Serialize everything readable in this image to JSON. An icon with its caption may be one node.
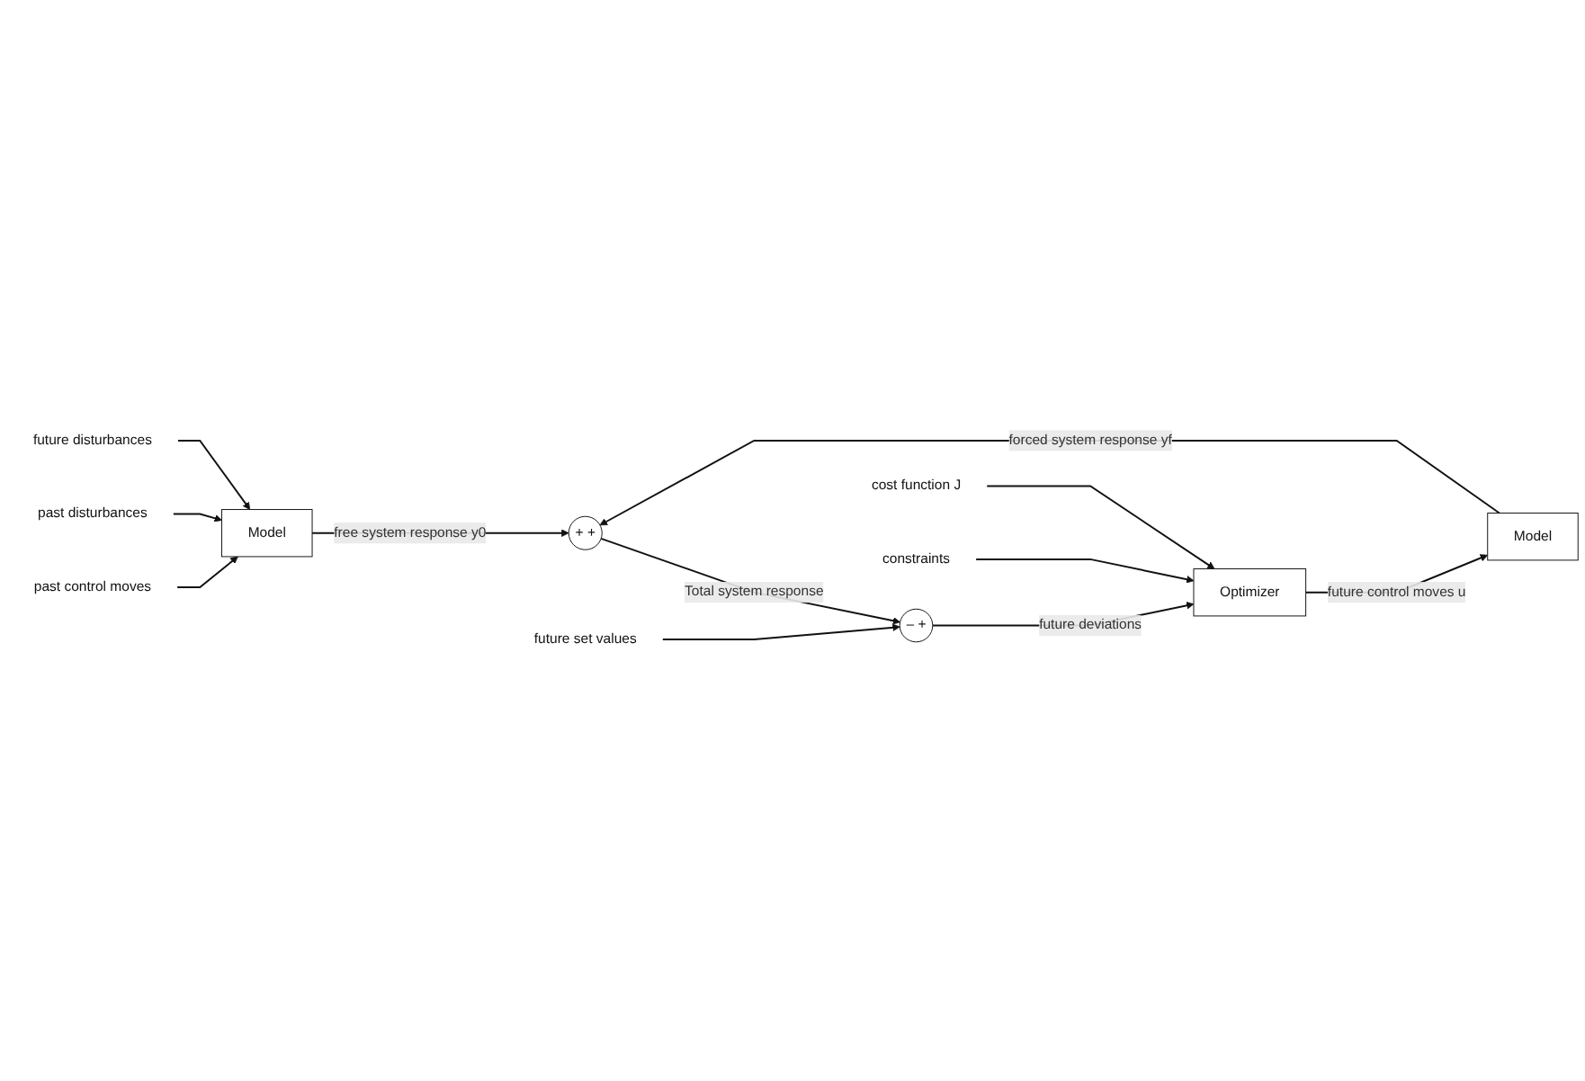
{
  "diagram": {
    "nodes": [
      {
        "text": [
          "past control moves"
        ]
      },
      {
        "text": [
          "past disturbances"
        ]
      },
      {
        "text": [
          "future disturbances"
        ]
      },
      {
        "text": [
          "Model"
        ]
      },
      {
        "text": [
          "Model"
        ]
      },
      {
        "text": [
          "+",
          "+"
        ]
      },
      {
        "text": [
          "future set values"
        ]
      },
      {
        "text": [
          "–",
          "+"
        ]
      },
      {
        "text": [
          "Optimizer"
        ]
      },
      {
        "text": [
          "cost function J"
        ]
      },
      {
        "text": [
          "constraints"
        ]
      }
    ],
    "edges": [
      {
        "from": 0,
        "to": 3,
        "arrow": "to"
      },
      {
        "from": 1,
        "to": 3,
        "arrow": "to"
      },
      {
        "from": 2,
        "to": 3,
        "arrow": "to"
      },
      {
        "from": 3,
        "to": 5,
        "arrow": "to",
        "label": "free system response y0"
      },
      {
        "from": 4,
        "to": 5,
        "arrow": "to",
        "label": "forced system response yf"
      },
      {
        "from": 5,
        "to": 7,
        "arrow": "to",
        "label": "Total system response"
      },
      {
        "from": 6,
        "to": 7,
        "arrow": "to"
      },
      {
        "from": 7,
        "to": 8,
        "arrow": "to",
        "label": "future deviations"
      },
      {
        "from": 8,
        "to": 4,
        "arrow": "to",
        "label": "future control moves u"
      },
      {
        "from": 9,
        "to": 8,
        "arrow": "to"
      },
      {
        "from": 10,
        "to": 8,
        "arrow": "to"
      }
    ]
  }
}
